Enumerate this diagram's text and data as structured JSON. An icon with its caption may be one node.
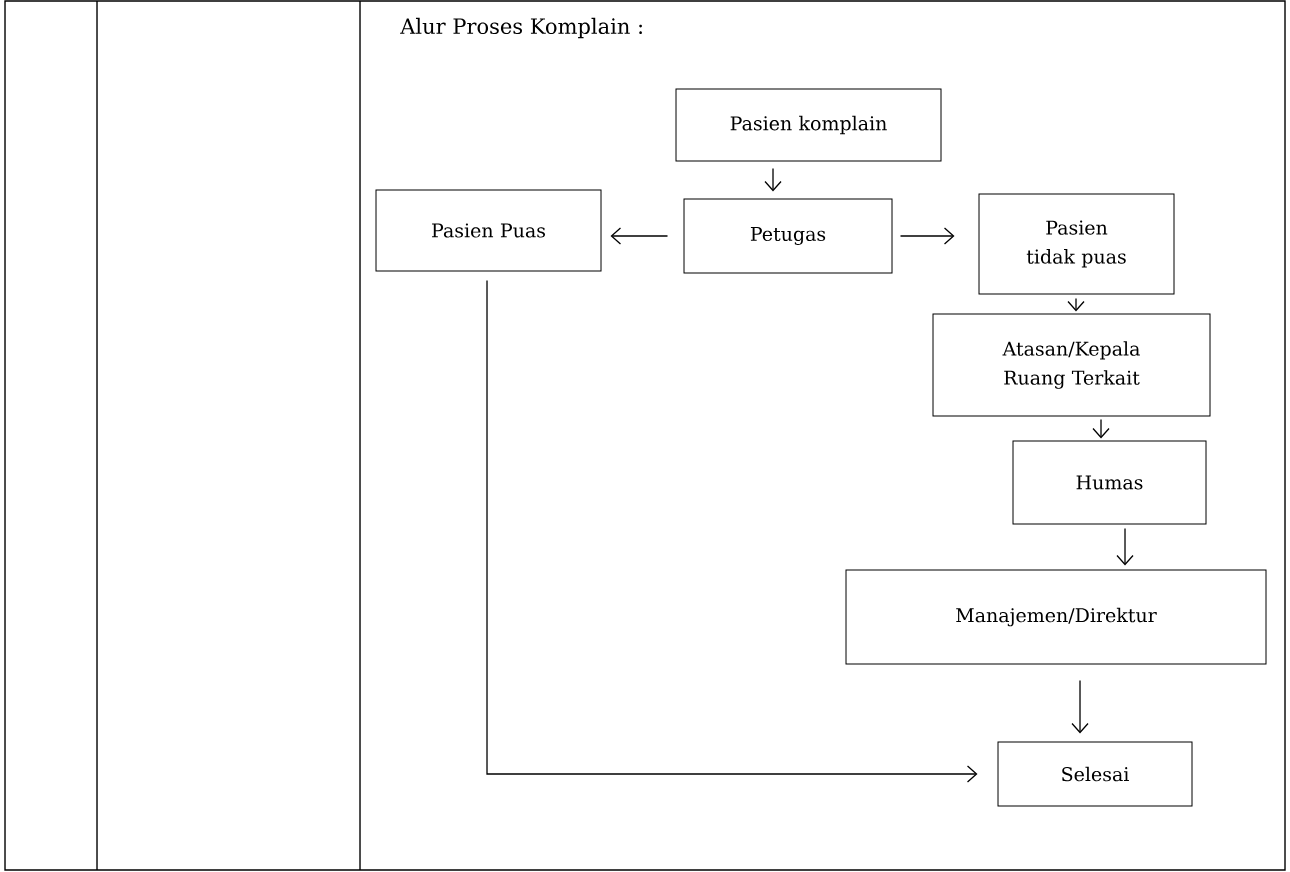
{
  "diagram": {
    "title": "Alur Proses Komplain :",
    "nodes": [
      {
        "text": [
          "Pasien komplain"
        ]
      },
      {
        "text": [
          "Petugas"
        ]
      },
      {
        "text": [
          "Pasien Puas"
        ]
      },
      {
        "text": [
          "Pasien tidak puas"
        ]
      },
      {
        "text": [
          "Atasan/Kepala Ruang Terkait"
        ]
      },
      {
        "text": [
          "Humas"
        ]
      },
      {
        "text": [
          "Manajemen/Direktur"
        ]
      },
      {
        "text": [
          "Selesai"
        ]
      }
    ],
    "edges": [
      {
        "from": 0,
        "to": 1,
        "arrow": "to"
      },
      {
        "from": 1,
        "to": 2,
        "arrow": "to"
      },
      {
        "from": 1,
        "to": 3,
        "arrow": "to"
      },
      {
        "from": 3,
        "to": 4,
        "arrow": "to"
      },
      {
        "from": 4,
        "to": 5,
        "arrow": "to"
      },
      {
        "from": 5,
        "to": 6,
        "arrow": "to"
      },
      {
        "from": 6,
        "to": 7,
        "arrow": "to"
      },
      {
        "from": 2,
        "to": 7,
        "arrow": "to"
      }
    ]
  }
}
